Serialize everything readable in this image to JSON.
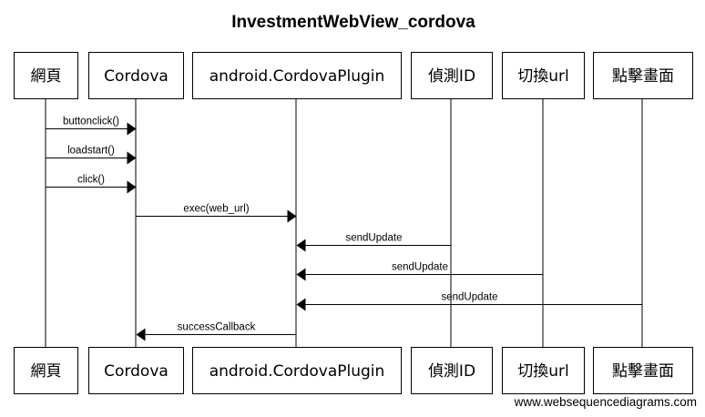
{
  "diagram": {
    "title": "InvestmentWebView_cordova",
    "watermark": "www.websequencediagrams.com",
    "participants": [
      "網頁",
      "Cordova",
      "android.CordovaPlugin",
      "偵測ID",
      "切換url",
      "點擊畫面"
    ],
    "messages": [
      {
        "from": 0,
        "to": 1,
        "label": "buttonclick()"
      },
      {
        "from": 0,
        "to": 1,
        "label": "loadstart()"
      },
      {
        "from": 0,
        "to": 1,
        "label": "click()"
      },
      {
        "from": 1,
        "to": 2,
        "label": "exec(web_url)"
      },
      {
        "from": 3,
        "to": 2,
        "label": "sendUpdate"
      },
      {
        "from": 4,
        "to": 2,
        "label": "sendUpdate"
      },
      {
        "from": 5,
        "to": 2,
        "label": "sendUpdate"
      },
      {
        "from": 2,
        "to": 1,
        "label": "successCallback"
      }
    ]
  }
}
